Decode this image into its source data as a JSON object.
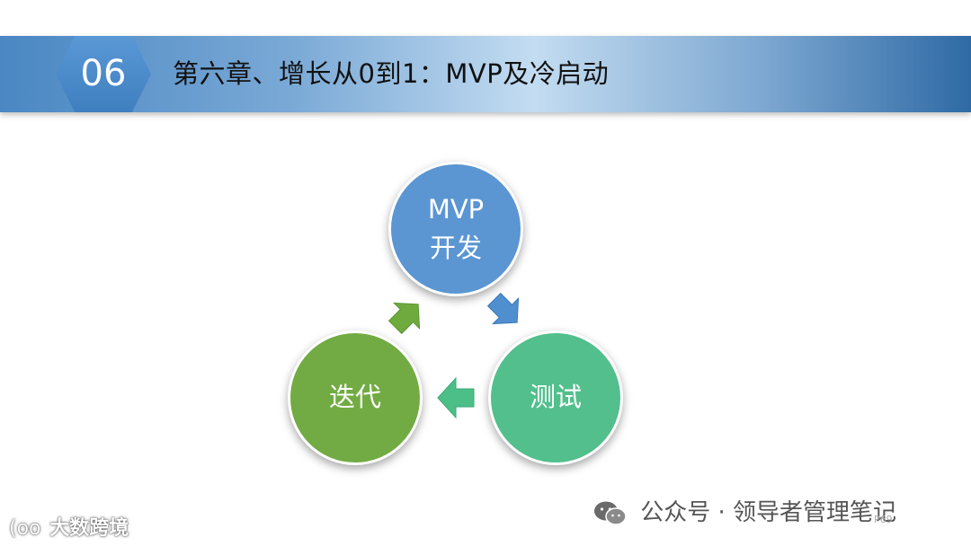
{
  "header": {
    "chapter_number": "06",
    "title": "第六章、增长从0到1：MVP及冷启动"
  },
  "diagram": {
    "nodes": [
      {
        "id": "mvp",
        "lines": [
          "MVP",
          "开发"
        ],
        "color": "#5b96d2"
      },
      {
        "id": "test",
        "lines": [
          "测试"
        ],
        "color": "#52bf8c"
      },
      {
        "id": "iterate",
        "lines": [
          "迭代"
        ],
        "color": "#72ab43"
      }
    ],
    "arrows": [
      {
        "from": "mvp",
        "to": "test",
        "color": "#4f8fd0"
      },
      {
        "from": "test",
        "to": "iterate",
        "color": "#4cbf88"
      },
      {
        "from": "iterate",
        "to": "mvp",
        "color": "#6faa3e"
      }
    ]
  },
  "footer": {
    "wechat_text": "公众号 · 领导者管理笔记",
    "logo_text": "大数跨境",
    "logo_mark": "(oo",
    "page_number": "P69"
  }
}
